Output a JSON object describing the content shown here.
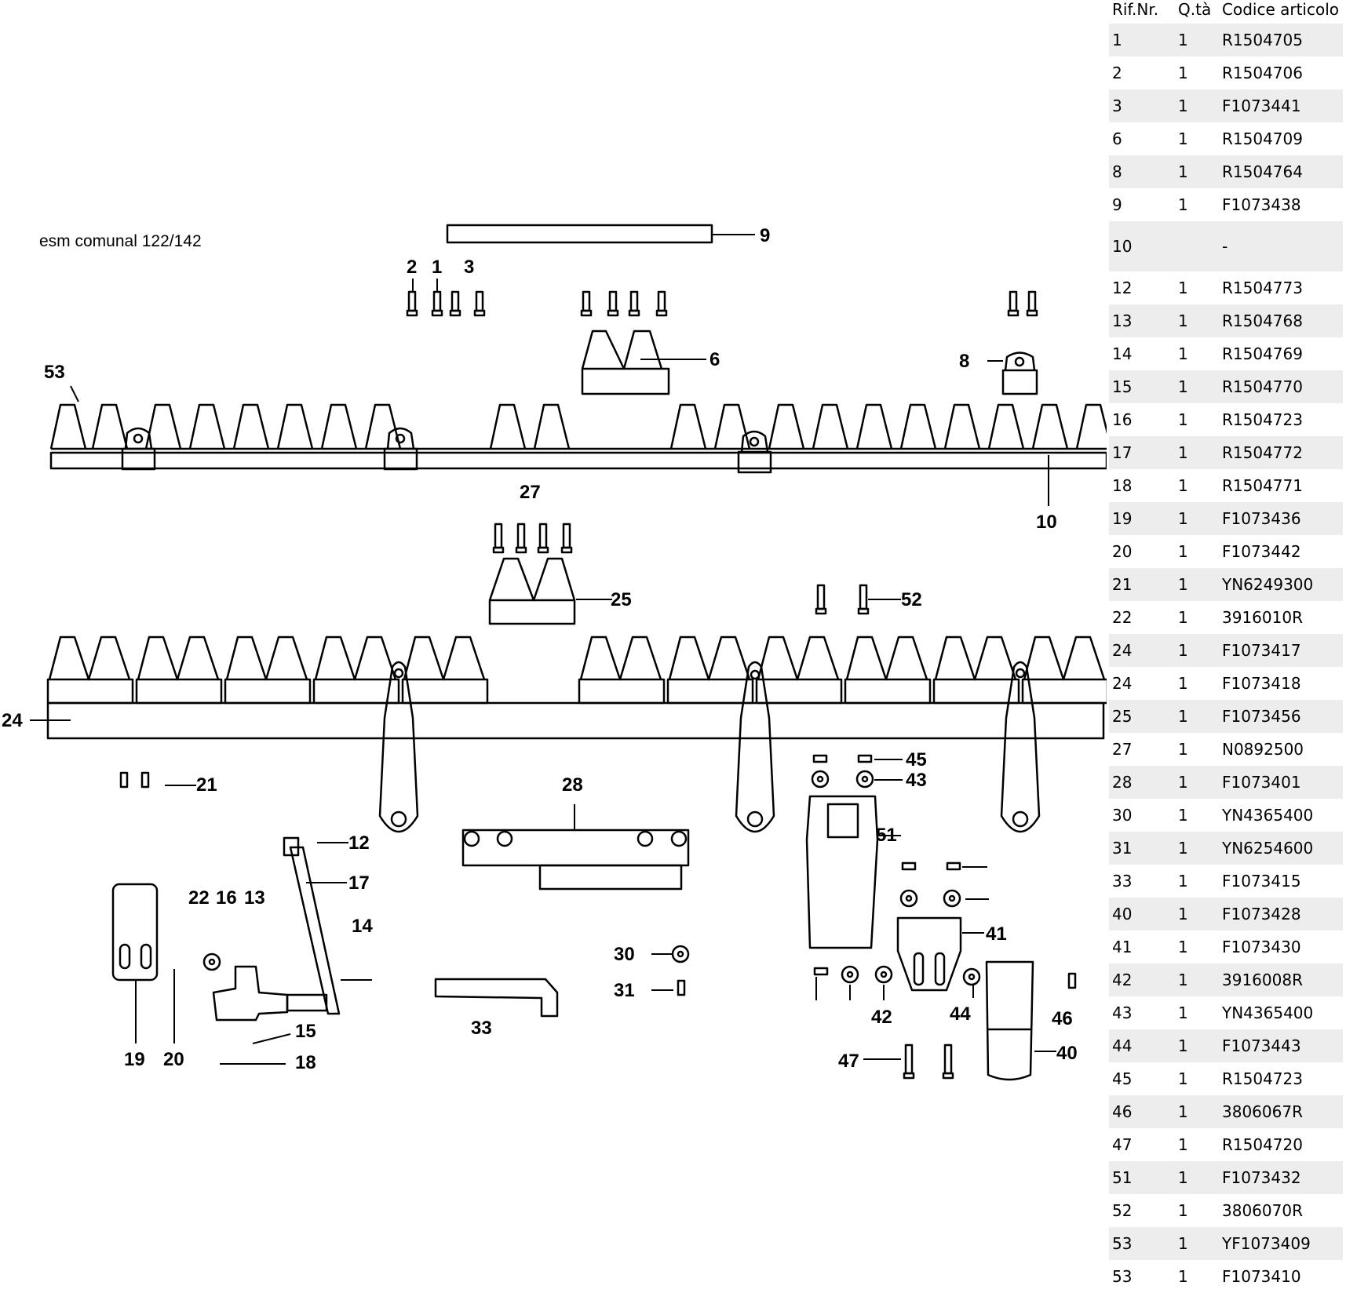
{
  "diagram": {
    "title": "esm comunal 122/142",
    "callouts": [
      "1",
      "2",
      "3",
      "6",
      "8",
      "9",
      "10",
      "12",
      "13",
      "14",
      "15",
      "16",
      "17",
      "18",
      "19",
      "20",
      "21",
      "22",
      "24",
      "25",
      "27",
      "28",
      "30",
      "31",
      "33",
      "40",
      "41",
      "42",
      "43",
      "44",
      "45",
      "46",
      "47",
      "51",
      "52",
      "53"
    ]
  },
  "parts_table": {
    "headers": [
      "Rif.Nr.",
      "Q.tà",
      "Codice articolo"
    ],
    "rows": [
      [
        "1",
        "1",
        "R1504705"
      ],
      [
        "2",
        "1",
        "R1504706"
      ],
      [
        "3",
        "1",
        "F1073441"
      ],
      [
        "6",
        "1",
        "R1504709"
      ],
      [
        "8",
        "1",
        "R1504764"
      ],
      [
        "9",
        "1",
        "F1073438"
      ],
      [
        "10",
        "",
        "-"
      ],
      [
        "12",
        "1",
        "R1504773"
      ],
      [
        "13",
        "1",
        "R1504768"
      ],
      [
        "14",
        "1",
        "R1504769"
      ],
      [
        "15",
        "1",
        "R1504770"
      ],
      [
        "16",
        "1",
        "R1504723"
      ],
      [
        "17",
        "1",
        "R1504772"
      ],
      [
        "18",
        "1",
        "R1504771"
      ],
      [
        "19",
        "1",
        "F1073436"
      ],
      [
        "20",
        "1",
        "F1073442"
      ],
      [
        "21",
        "1",
        "YN6249300"
      ],
      [
        "22",
        "1",
        "3916010R"
      ],
      [
        "24",
        "1",
        "F1073417"
      ],
      [
        "24",
        "1",
        "F1073418"
      ],
      [
        "25",
        "1",
        "F1073456"
      ],
      [
        "27",
        "1",
        "N0892500"
      ],
      [
        "28",
        "1",
        "F1073401"
      ],
      [
        "30",
        "1",
        "YN4365400"
      ],
      [
        "31",
        "1",
        "YN6254600"
      ],
      [
        "33",
        "1",
        "F1073415"
      ],
      [
        "40",
        "1",
        "F1073428"
      ],
      [
        "41",
        "1",
        "F1073430"
      ],
      [
        "42",
        "1",
        "3916008R"
      ],
      [
        "43",
        "1",
        "YN4365400"
      ],
      [
        "44",
        "1",
        "F1073443"
      ],
      [
        "45",
        "1",
        "R1504723"
      ],
      [
        "46",
        "1",
        "3806067R"
      ],
      [
        "47",
        "1",
        "R1504720"
      ],
      [
        "51",
        "1",
        "F1073432"
      ],
      [
        "52",
        "1",
        "3806070R"
      ],
      [
        "53",
        "1",
        "YF1073409"
      ],
      [
        "53",
        "1",
        "F1073410"
      ]
    ]
  }
}
